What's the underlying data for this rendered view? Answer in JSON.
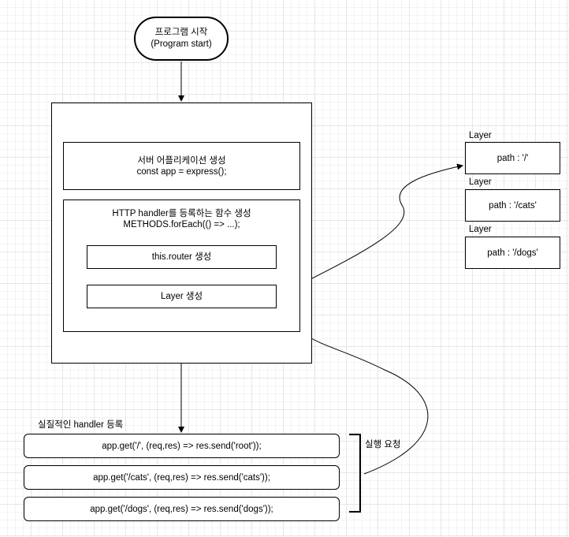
{
  "start": {
    "line1": "프로그램 시작",
    "line2": "(Program start)"
  },
  "create_app": {
    "line1": "서버 어플리케이션 생성",
    "line2": "const app = express();"
  },
  "http_handler": {
    "line1": "HTTP handler를 등록하는 함수 생성",
    "line2": "METHODS.forEach(() => ...);"
  },
  "router_label": "this.router 생성",
  "layer_create_label": "Layer 생성",
  "layers": [
    {
      "title": "Layer",
      "path": "path : '/'"
    },
    {
      "title": "Layer",
      "path": "path : '/cats'"
    },
    {
      "title": "Layer",
      "path": "path : '/dogs'"
    }
  ],
  "handlers_title": "실질적인 handler 등록",
  "handlers": [
    "app.get('/', (req,res) => res.send('root'));",
    "app.get('/cats', (req,res) => res.send('cats'));",
    "app.get('/dogs', (req,res) => res.send('dogs'));"
  ],
  "request_label": "실행 요청"
}
